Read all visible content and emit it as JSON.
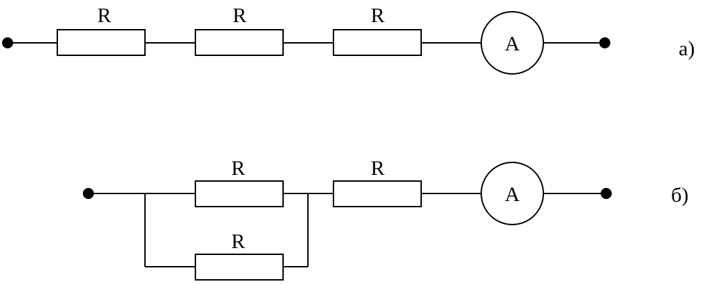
{
  "circuit_a": {
    "caption": "а)",
    "resistors": [
      {
        "label": "R"
      },
      {
        "label": "R"
      },
      {
        "label": "R"
      }
    ],
    "ammeter": {
      "label": "A"
    }
  },
  "circuit_b": {
    "caption": "б)",
    "resistors": [
      {
        "label": "R"
      },
      {
        "label": "R"
      },
      {
        "label": "R"
      }
    ],
    "ammeter": {
      "label": "A"
    }
  }
}
